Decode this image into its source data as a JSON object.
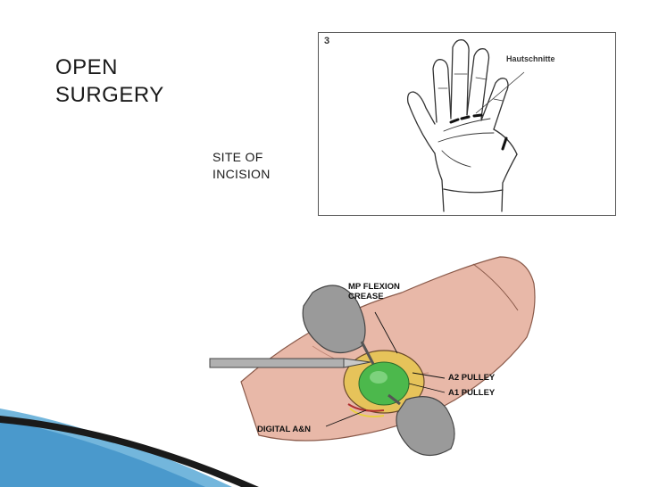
{
  "slide": {
    "title_line1": "OPEN",
    "title_line2": "SURGERY",
    "site_label_line1": "SITE OF",
    "site_label_line2": "INCISION"
  },
  "figure_top": {
    "number": "3",
    "label": "Hautschnitte"
  },
  "figure_bottom": {
    "callouts": {
      "mp_flexion_line1": "MP FLEXION",
      "mp_flexion_line2": "CREASE",
      "a2_pulley": "A2 PULLEY",
      "a1_pulley": "A1 PULLEY",
      "digital": "DIGITAL A&N"
    }
  },
  "colors": {
    "swoosh_dark": "#1a1a1a",
    "swoosh_blue": "#5aa9d6",
    "skin": "#e8b8a8",
    "retractor": "#9a9a9a",
    "tendon_green": "#4cb84c"
  }
}
